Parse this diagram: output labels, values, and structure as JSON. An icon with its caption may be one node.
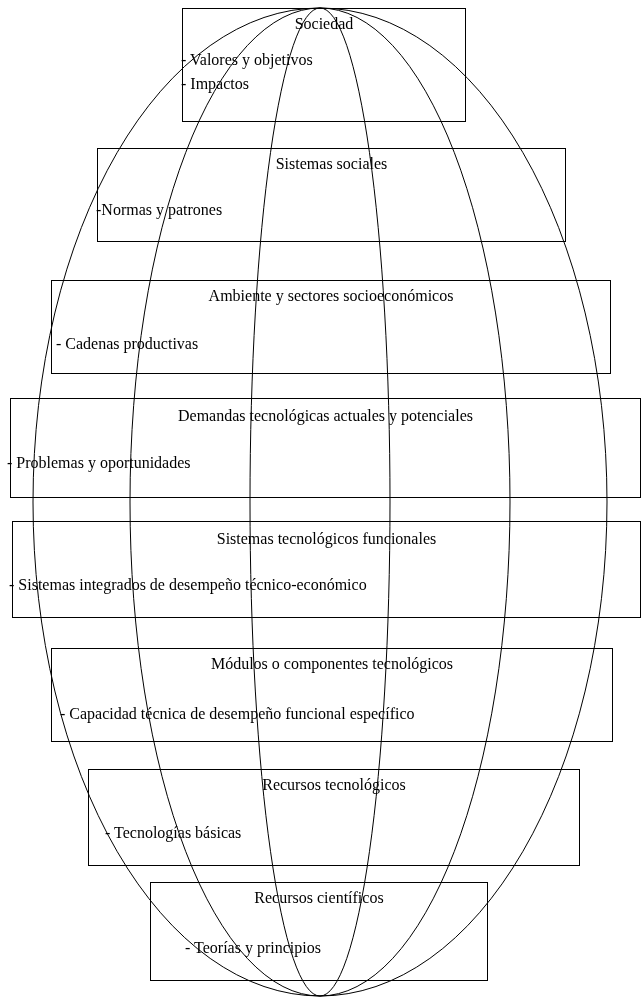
{
  "diagram": {
    "nodes": [
      {
        "text": [
          "Sociedad",
          "- Valores y objetivos",
          "- Impactos"
        ]
      },
      {
        "text": [
          "Sistemas sociales",
          "-Normas y patrones"
        ]
      },
      {
        "text": [
          "Ambiente y sectores socioeconómicos",
          "- Cadenas productivas"
        ]
      },
      {
        "text": [
          "Demandas tecnológicas actuales y potenciales",
          "- Problemas y oportunidades"
        ]
      },
      {
        "text": [
          "Sistemas tecnológicos funcionales",
          "- Sistemas integrados de desempeño técnico-económico"
        ]
      },
      {
        "text": [
          "Módulos o componentes tecnológicos",
          "- Capacidad técnica de desempeño funcional específico"
        ]
      },
      {
        "text": [
          "Recursos tecnológicos",
          "- Tecnologías básicas"
        ]
      },
      {
        "text": [
          "Recursos científicos",
          "- Teorías y principios"
        ]
      }
    ]
  }
}
